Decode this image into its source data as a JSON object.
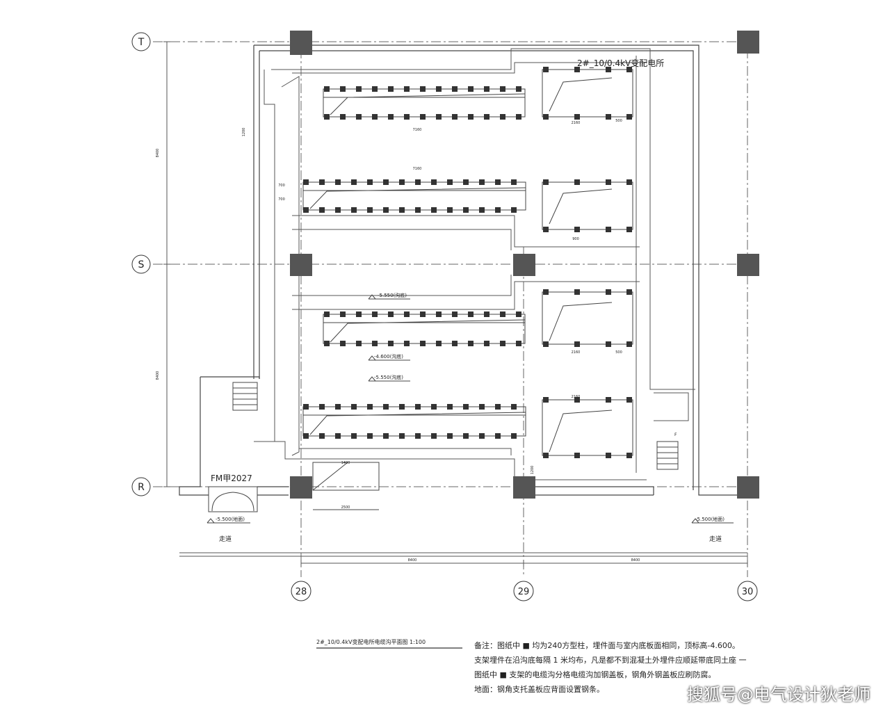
{
  "axes": {
    "rows": [
      "T",
      "S",
      "R"
    ],
    "cols": [
      "28",
      "29",
      "30"
    ]
  },
  "room_title": "2#_10/0.4kV变配电所",
  "door_label": "FM甲2027",
  "stair_label": "F",
  "elevations": {
    "trench_1": "-5.550(沟底)",
    "trench_2": "-4.600(沟底)",
    "trench_3": "-5.550(沟底)",
    "floor_left": "-5.500(地面)",
    "floor_right": "-5.500(地面)"
  },
  "corridor_labels": {
    "left": "走道",
    "right": "走道"
  },
  "dimensions": {
    "span_left": "8400",
    "span_right": "8400",
    "bay_upper": "8400",
    "bay_lower": "8400",
    "trench_a": "7160",
    "trench_b": "7160",
    "trench_c": "2160",
    "trench_d": "2160",
    "trench_e": "2160",
    "trench_f": "500",
    "trench_g": "500",
    "trench_h": "900",
    "ramp_a": "2500",
    "ramp_b": "1400",
    "wall_a": "700",
    "wall_b": "700",
    "wall_c": "1200",
    "wall_d": "1200"
  },
  "drawing_title": "2#_10/0.4kV变配电所电缆沟平面图 1:100",
  "notes": [
    "备注：图纸中 ■ 均为240方型柱，埋件面与室内底板面相同，顶标高-4.600。",
    "支架埋件在沿沟底每隔 1 米均布，凡是都不到混凝土外埋件应顺延带底同土座 一",
    "图纸中 ■ 支架的电缆沟分格电缆沟加钢盖板，钢角外钢盖板应刷防腐。",
    "地面：钢角支托盖板应背面设置钢条。"
  ],
  "watermark": "搜狐号@电气设计狄老师"
}
